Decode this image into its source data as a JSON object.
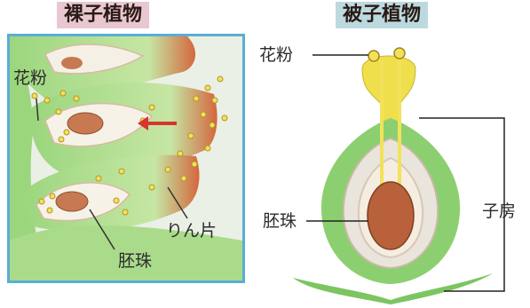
{
  "gymnosperm": {
    "title": "裸子植物",
    "labels": {
      "pollen": "花粉",
      "scale": "りん片",
      "ovule": "胚珠"
    }
  },
  "angiosperm": {
    "title": "被子植物",
    "labels": {
      "pollen": "花粉",
      "ovule": "胚珠",
      "ovary": "子房"
    }
  },
  "colors": {
    "panel_border": "#5aaed3",
    "gymno_title_bg": "#e9c7d2",
    "angio_title_bg": "#bcd9e0",
    "tissue_green": "#8ccf70",
    "ovule_brown": "#b8613a",
    "pollen_yellow": "#f2e25a",
    "arrow_red": "#d8342f"
  }
}
